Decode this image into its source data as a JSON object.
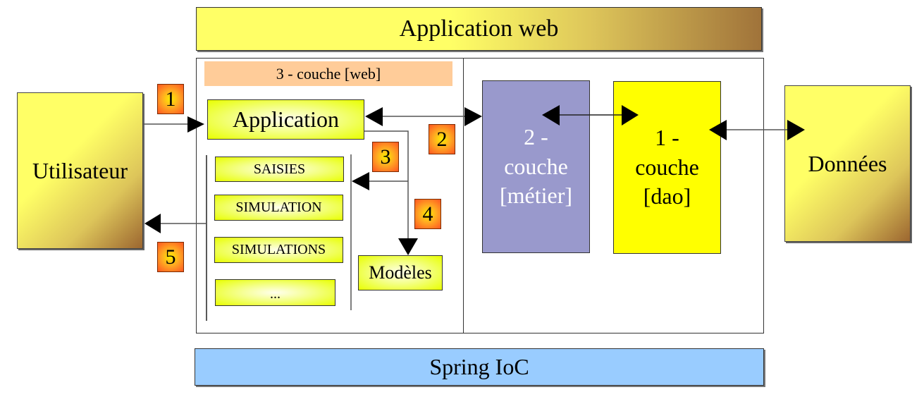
{
  "diagram": {
    "banner_top": "Application web",
    "banner_bottom": "Spring IoC",
    "actors": {
      "user": "Utilisateur",
      "data": "Données"
    },
    "web_layer": {
      "title": "3 - couche [web]",
      "controller": "Application",
      "views": [
        "SAISIES",
        "SIMULATION",
        "SIMULATIONS",
        "..."
      ],
      "models": "Modèles"
    },
    "business_layer": {
      "line1": "2 -",
      "line2": "couche",
      "line3": "[métier]"
    },
    "dao_layer": {
      "line1": "1 -",
      "line2": "couche",
      "line3": "[dao]"
    },
    "steps": [
      "1",
      "2",
      "3",
      "4",
      "5"
    ],
    "colors": {
      "banner_top_start": "#ffff66",
      "banner_top_end": "#a0733a",
      "banner_bottom": "#99ccff",
      "web_header": "#ffcc99",
      "lime": "#e8ff00",
      "business": "#9999cc",
      "dao": "#ffff00",
      "badge": "#ff5522"
    }
  }
}
